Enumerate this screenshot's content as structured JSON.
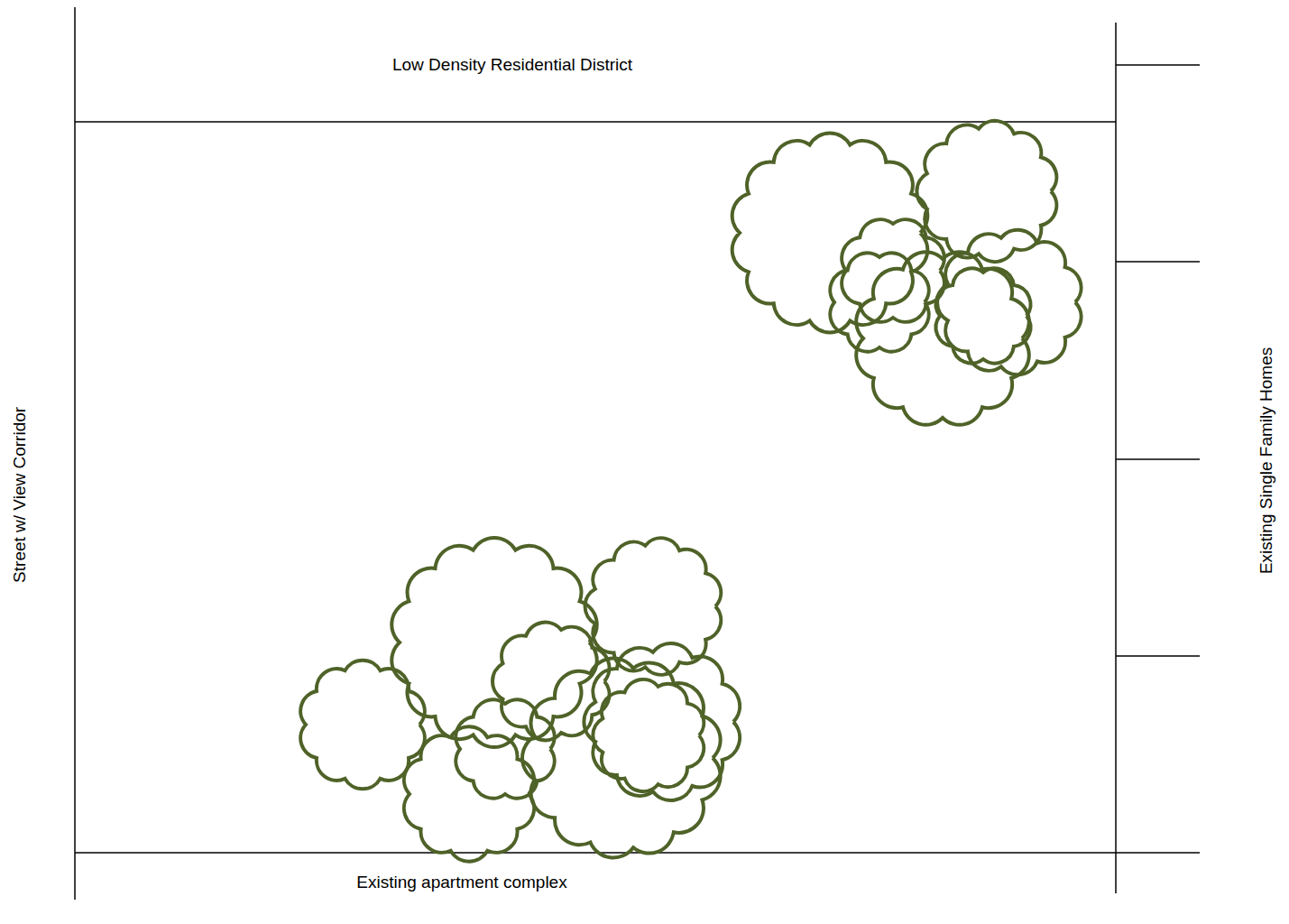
{
  "diagram": {
    "labels": [
      "Low Density Residential District",
      "Street w/ View Corridor",
      "Existing Single Family Homes",
      "Existing apartment complex"
    ]
  }
}
